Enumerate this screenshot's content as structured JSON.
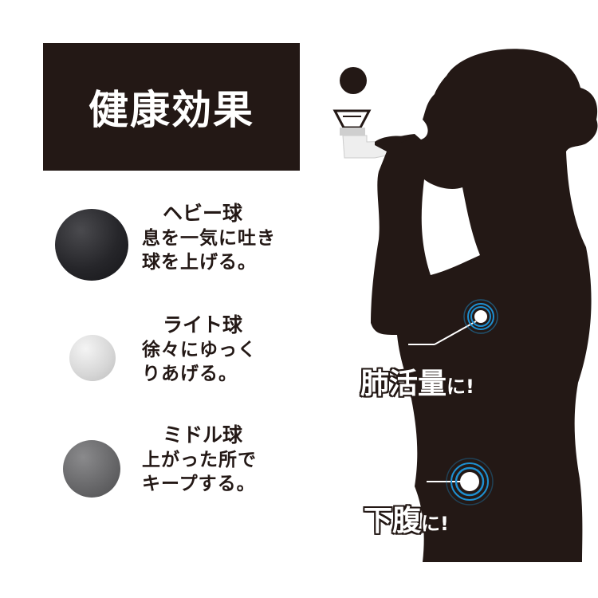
{
  "title": "健康効果",
  "balls": [
    {
      "name": "ヘビー球",
      "lines": [
        "息を一気に吐き",
        "球を上げる。"
      ],
      "color": "#26262a"
    },
    {
      "name": "ライト球",
      "lines": [
        "徐々にゆっく",
        "りあげる。"
      ],
      "color": "#d6d6d6"
    },
    {
      "name": "ミドル球",
      "lines": [
        "上がった所で",
        "キープする。"
      ],
      "color": "#656567"
    }
  ],
  "effects": [
    {
      "big": "肺活量",
      "small": "に!"
    },
    {
      "big": "下腹",
      "small": "に!"
    }
  ],
  "colors": {
    "dark": "#231815",
    "accent_blue": "#1e8fd0",
    "background": "#ffffff"
  }
}
